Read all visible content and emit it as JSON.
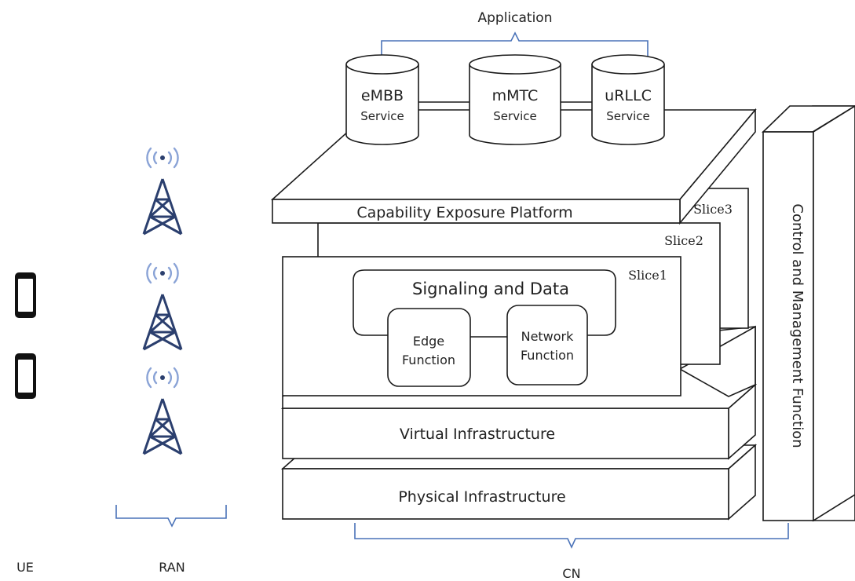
{
  "application": "Application",
  "services": [
    {
      "name": "eMBB",
      "sub": "Service"
    },
    {
      "name": "mMTC",
      "sub": "Service"
    },
    {
      "name": "uRLLC",
      "sub": "Service"
    }
  ],
  "platform": "Capability Exposure Platform",
  "slices": {
    "slice1": "Slice1",
    "slice2": "Slice2",
    "slice3": "Slice3"
  },
  "signaling": "Signaling and Data",
  "edge": {
    "line1": "Edge",
    "line2": "Function"
  },
  "network": {
    "line1": "Network",
    "line2": "Function"
  },
  "virtual": "Virtual Infrastructure",
  "physical": "Physical Infrastructure",
  "control": "Control and Management Function",
  "bottom": {
    "ue": "UE",
    "ran": "RAN",
    "cn": "CN"
  },
  "colors": {
    "brace": "#4a72b8",
    "tower": "#2b3f6e",
    "wave": "#8aa3d6"
  },
  "icons": [
    "phone-icon",
    "phone-icon",
    "antenna-tower-icon",
    "antenna-tower-icon",
    "antenna-tower-icon"
  ]
}
